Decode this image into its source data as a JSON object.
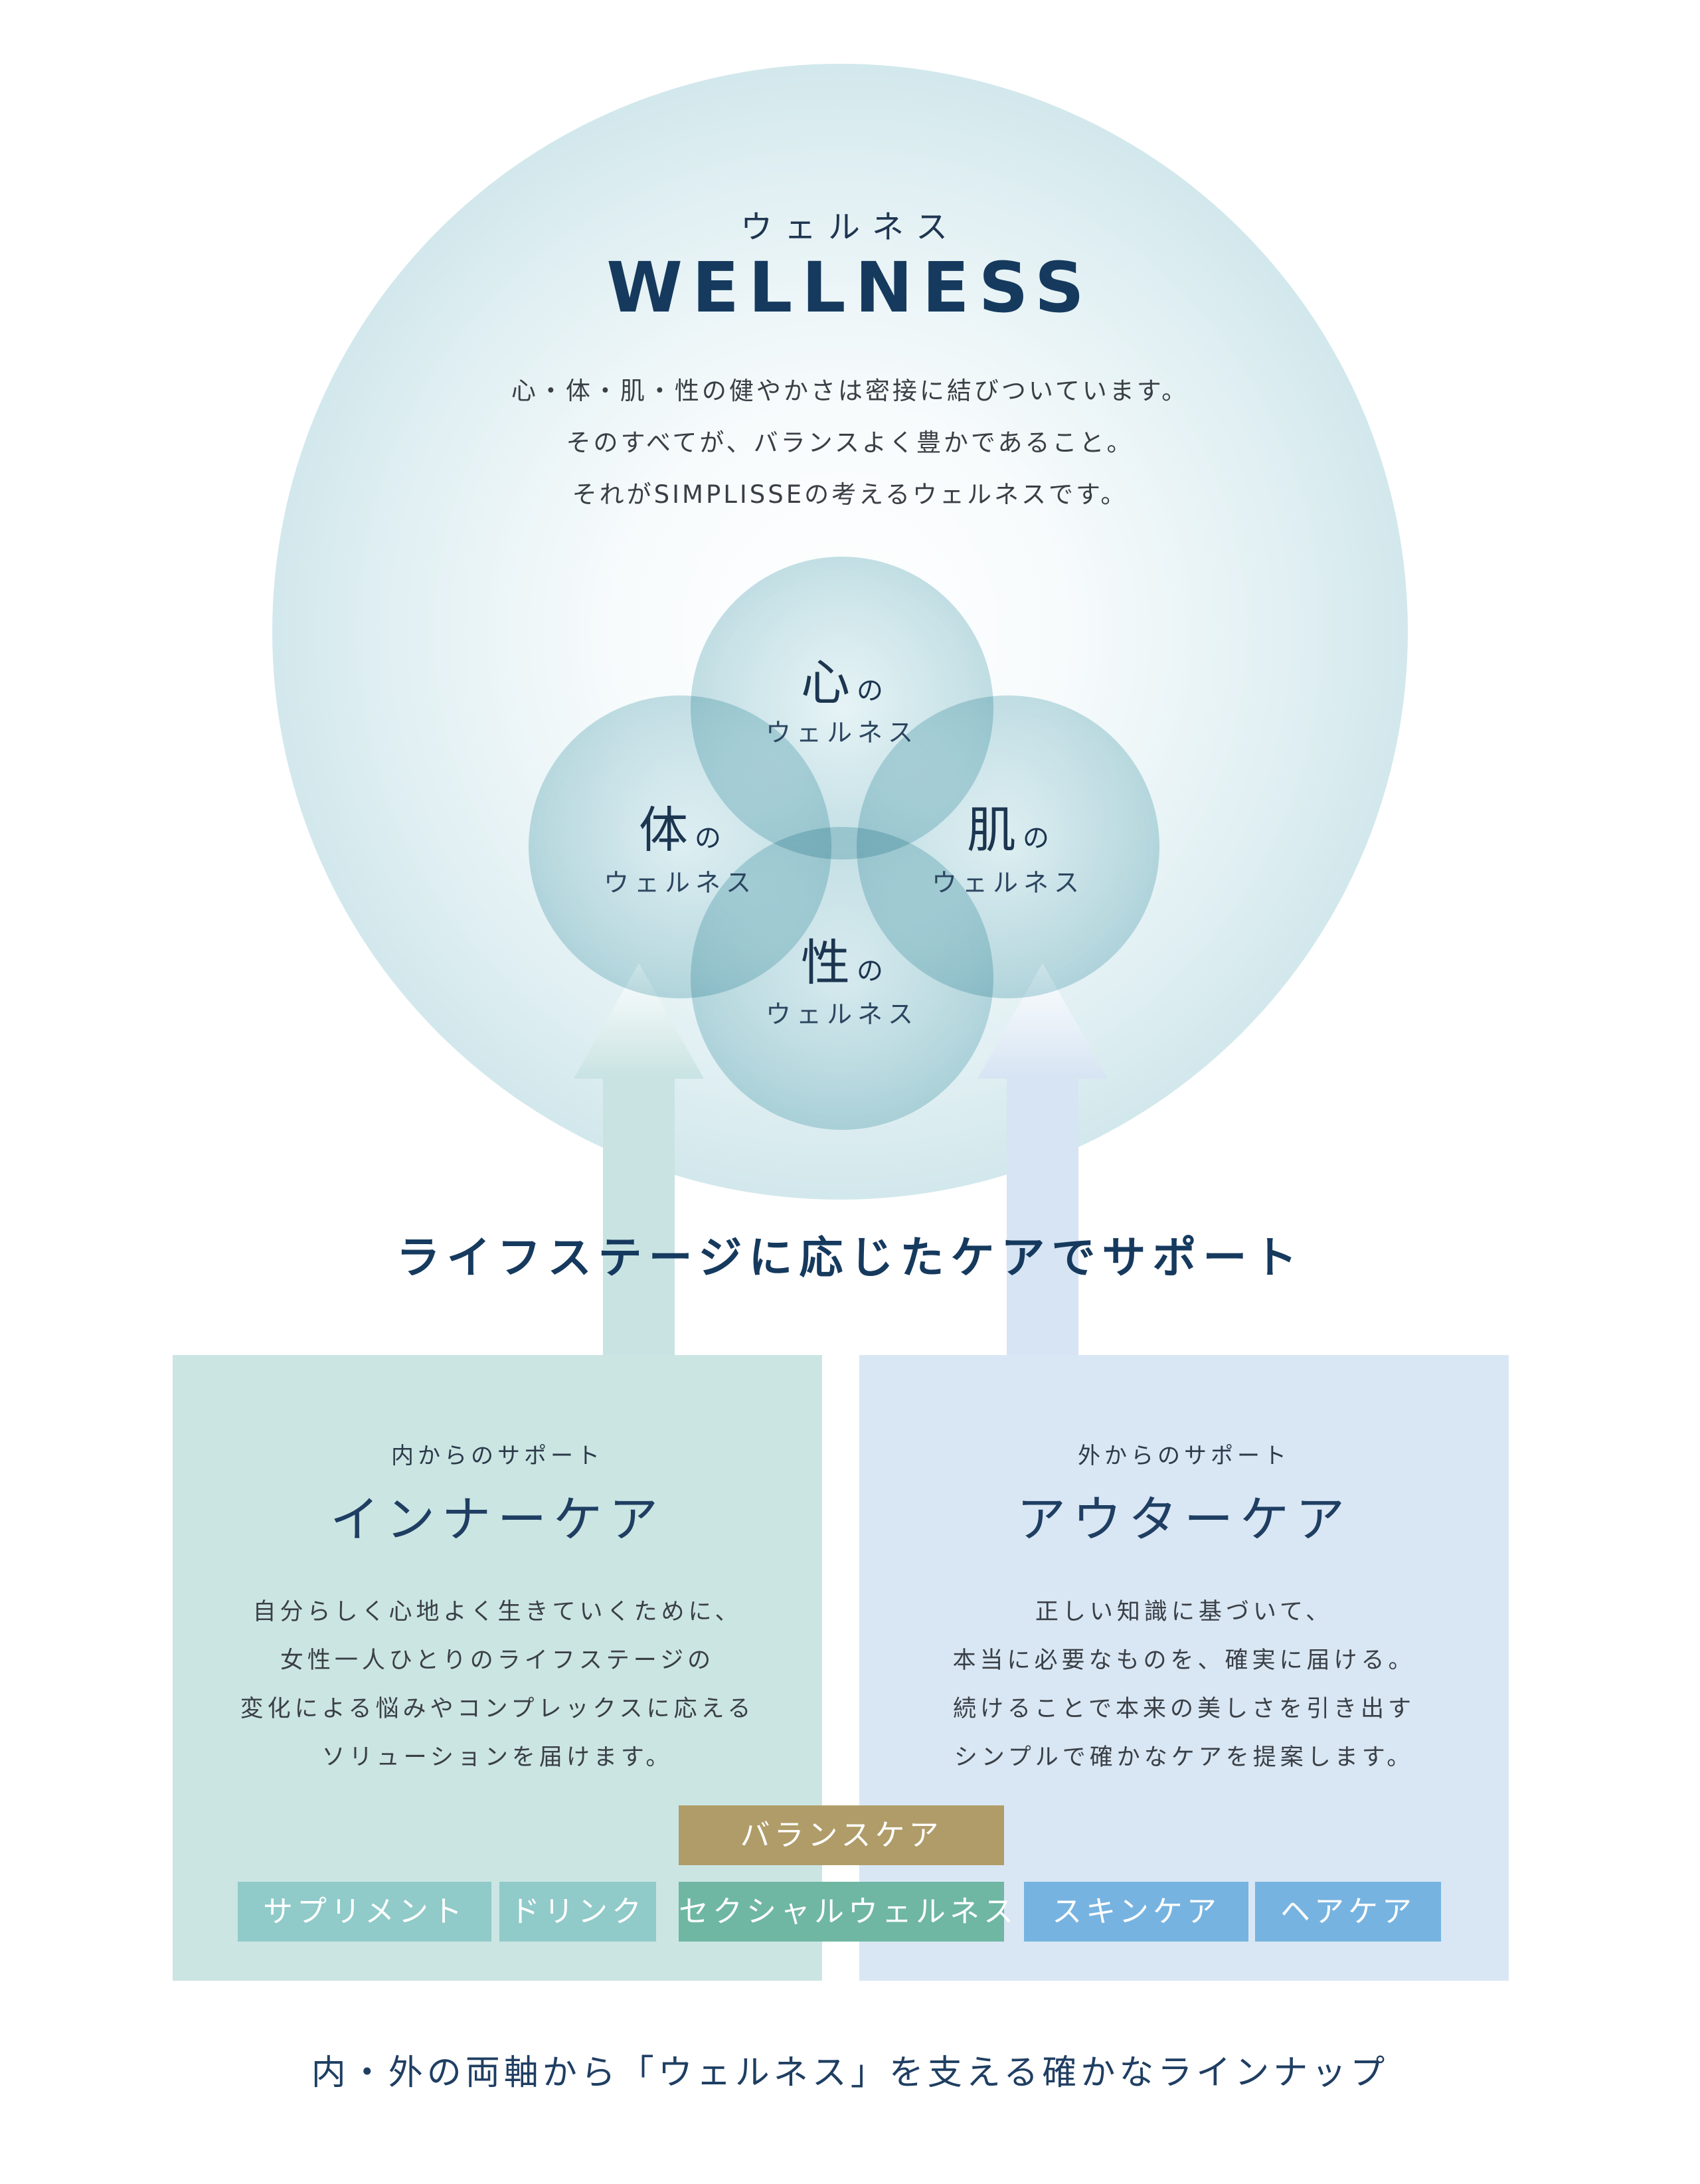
{
  "header": {
    "kana": "ウェルネス",
    "title": "WELLNESS",
    "intro": [
      "心・体・肌・性の健やかさは密接に結びついています。",
      "そのすべてが、バランスよく豊かであること。",
      "それがSIMPLISSEの考えるウェルネスです。"
    ]
  },
  "circles": {
    "kokoro": {
      "kanji": "心",
      "no": "の",
      "label": "ウェルネス"
    },
    "karada": {
      "kanji": "体",
      "no": "の",
      "label": "ウェルネス"
    },
    "hada": {
      "kanji": "肌",
      "no": "の",
      "label": "ウェルネス"
    },
    "sei": {
      "kanji": "性",
      "no": "の",
      "label": "ウェルネス"
    }
  },
  "support_heading": "ライフステージに応じたケアでサポート",
  "inner": {
    "small": "内からのサポート",
    "title": "インナーケア",
    "body": [
      "自分らしく心地よく生きていくために、",
      "女性一人ひとりのライフステージの",
      "変化による悩みやコンプレックスに応える",
      "ソリューションを届けます。"
    ]
  },
  "outer": {
    "small": "外からのサポート",
    "title": "アウターケア",
    "body": [
      "正しい知識に基づいて、",
      "本当に必要なものを、確実に届ける。",
      "続けることで本来の美しさを引き出す",
      "シンプルで確かなケアを提案します。"
    ]
  },
  "tags": {
    "balance": "バランスケア",
    "supplement": "サプリメント",
    "drink": "ドリンク",
    "sexual": "セクシャルウェルネス",
    "skincare": "スキンケア",
    "haircare": "ヘアケア"
  },
  "footer": "内・外の両軸から「ウェルネス」を支える確かなラインナップ",
  "colors": {
    "navy": "#163a5e",
    "inner_panel": "#cbe5e3",
    "outer_panel": "#d9e7f4",
    "balance_tag": "#b09c68",
    "sexual_tag": "#6fb7a2",
    "inner_tag": "#90cac9",
    "outer_tag": "#77b3e0"
  }
}
